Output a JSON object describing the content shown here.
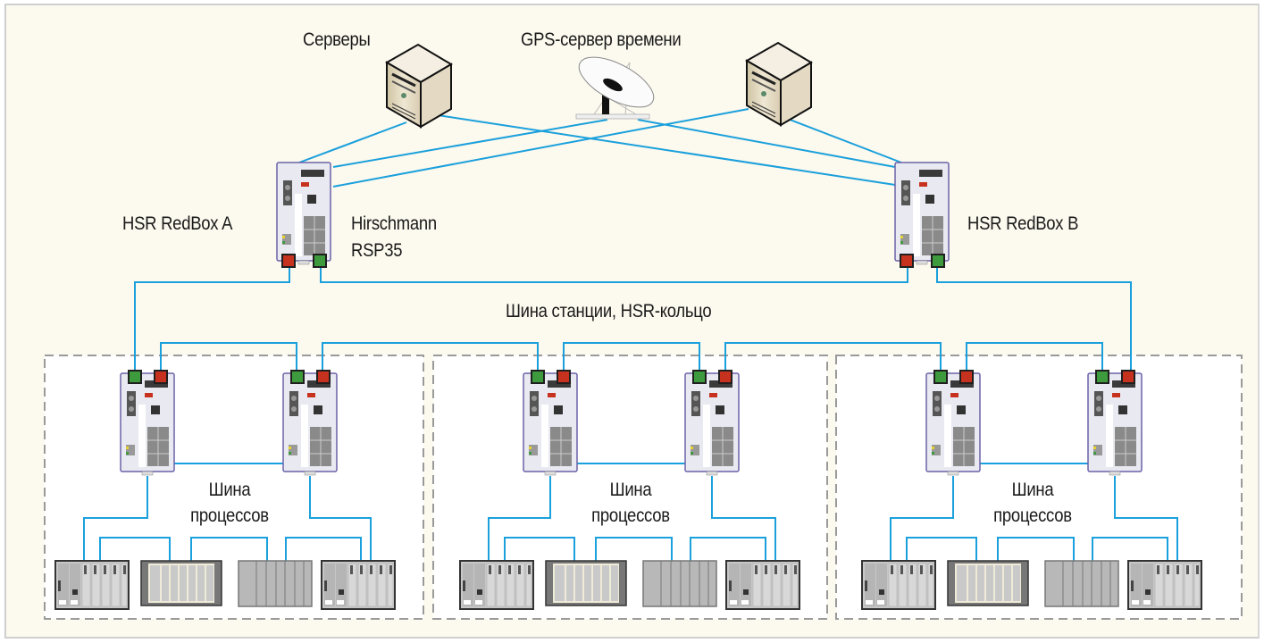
{
  "diagram": {
    "title": "HSR network topology",
    "labels": {
      "servers": "Серверы",
      "gps_server": "GPS-сервер времени",
      "redbox_a": "HSR RedBox A",
      "redbox_b": "HSR RedBox B",
      "hirschmann_line1": "Hirschmann",
      "hirschmann_line2": "RSP35",
      "station_bus": "Шина станции, HSR-кольцо",
      "process_bus_line1": "Шина",
      "process_bus_line2": "процессов"
    },
    "nodes": {
      "servers": [
        "server-left",
        "server-right"
      ],
      "gps": "gps-time-server",
      "redboxes": [
        "HSR RedBox A",
        "HSR RedBox B"
      ],
      "bays": [
        {
          "name": "bay-1",
          "switches": 2,
          "devices": [
            "plc-rack",
            "io-panel",
            "io-module",
            "plc-rack"
          ]
        },
        {
          "name": "bay-2",
          "switches": 2,
          "devices": [
            "plc-rack",
            "io-panel",
            "io-module",
            "plc-rack"
          ]
        },
        {
          "name": "bay-3",
          "switches": 2,
          "devices": [
            "plc-rack",
            "io-panel",
            "io-module",
            "plc-rack"
          ]
        }
      ]
    },
    "port_colors": {
      "port_a": "#3d9a3d",
      "port_b": "#c7321e"
    },
    "colors": {
      "link": "#1aa0dc",
      "background": "#fcf9ee",
      "bay_fill": "#ffffff",
      "bay_border": "#9a9a9a",
      "switch_border": "#6a62a8",
      "switch_fill": "#e8e8f0"
    }
  }
}
